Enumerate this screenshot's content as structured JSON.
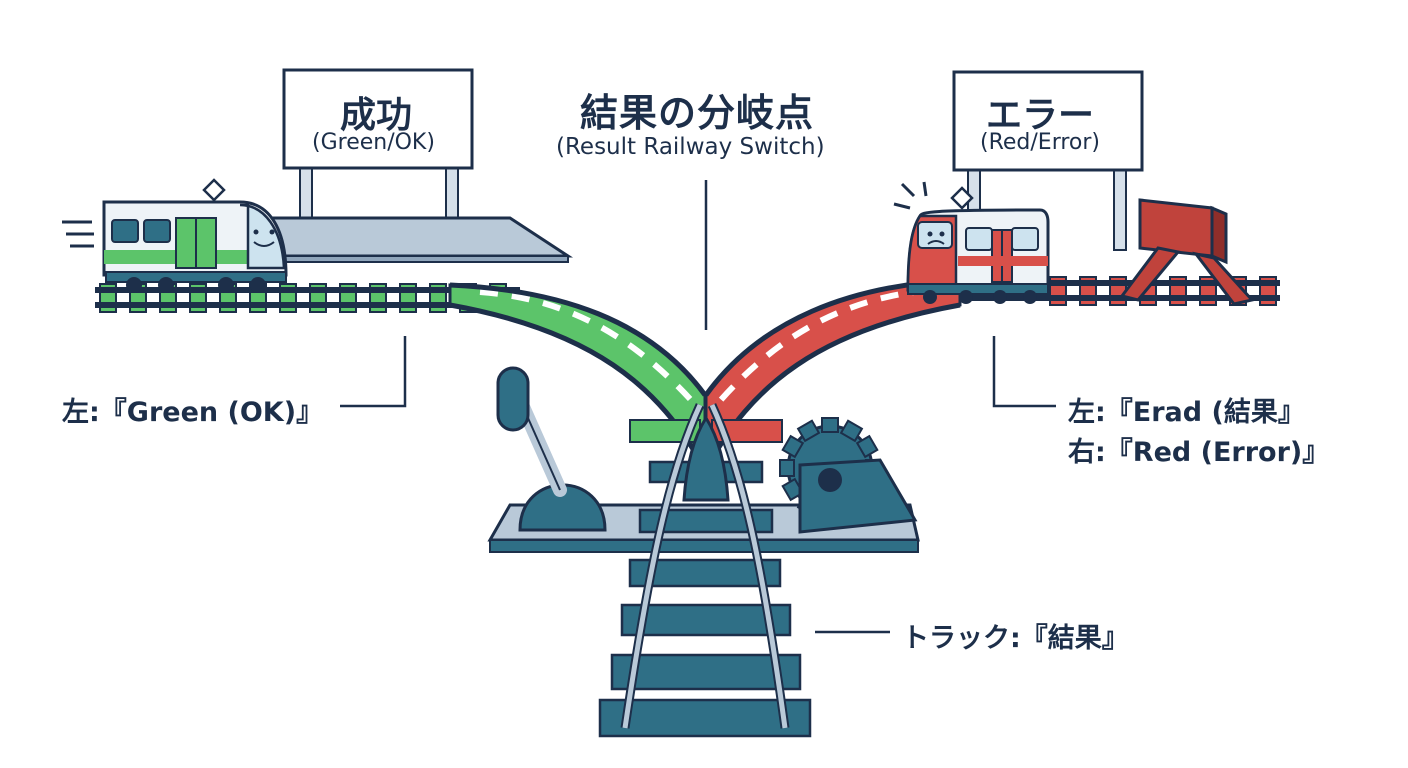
{
  "title": {
    "main": "結果の分岐点",
    "sub": "(Result Railway Switch)"
  },
  "signs": {
    "success": {
      "main": "成功",
      "sub": "(Green/OK)"
    },
    "error": {
      "main": "エラー",
      "sub": "(Red/Error)"
    }
  },
  "labels": {
    "left_green": "左:『Green (OK)』",
    "right_line1": "左:『Erad (結果』",
    "right_line2": "右:『Red (Error)』",
    "track": "トラック:『結果』"
  },
  "colors": {
    "ok_green": "#5cc46a",
    "error_red": "#d8504a",
    "track_teal": "#2f6f86",
    "outline_navy": "#1d2f4a",
    "platform": "#b9c9d8"
  }
}
